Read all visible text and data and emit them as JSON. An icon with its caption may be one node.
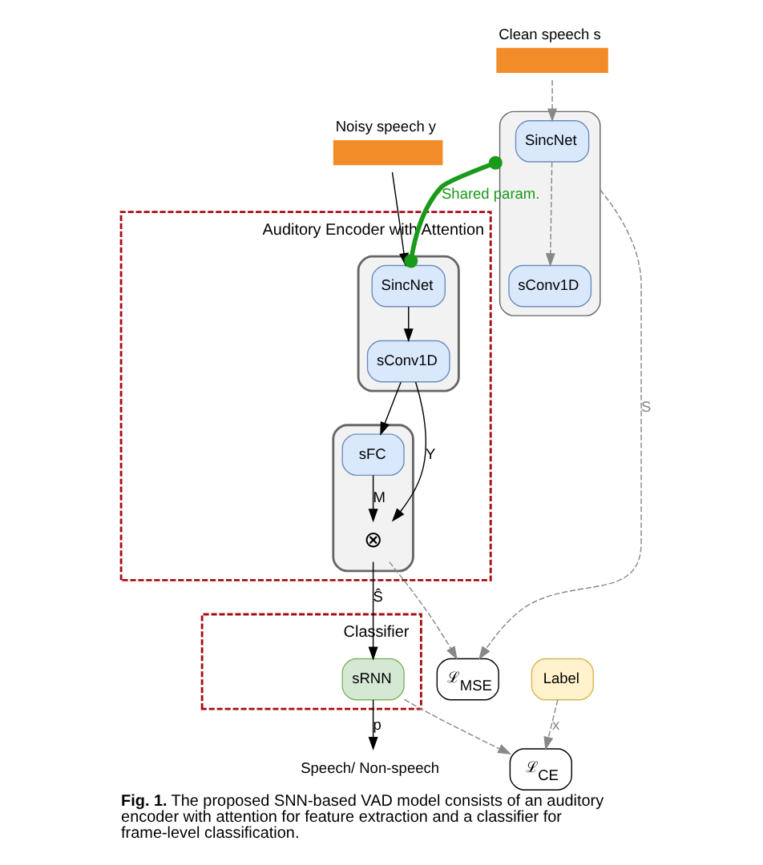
{
  "diagram": {
    "caption": "**Fig. 1.** The proposed SNN-based VAD model consists of an auditory encoder with attention for feature extraction and a classifier for frame-level classification.",
    "nodes": [
      {
        "text": [
          "Clean speech s"
        ]
      },
      {
        "text": [
          "Noisy speech y"
        ]
      },
      {
        "text": [],
        "shape": "box"
      },
      {
        "text": [
          "SincNet"
        ],
        "in": 2
      },
      {
        "text": [
          "sConv1D"
        ],
        "in": 2
      },
      {
        "text": [
          "Auditory Encoder with Attention"
        ]
      },
      {
        "text": [],
        "shape": "box",
        "in": 5
      },
      {
        "text": [
          "SincNet"
        ],
        "in": 6
      },
      {
        "text": [
          "sConv1D"
        ],
        "in": 6
      },
      {
        "text": [],
        "shape": "box",
        "in": 5
      },
      {
        "text": [
          "sFC"
        ],
        "in": 9
      },
      {
        "text": [
          "⊗"
        ],
        "in": 9
      },
      {
        "text": [
          "Classifier"
        ]
      },
      {
        "text": [
          "sRNN"
        ],
        "in": 12
      },
      {
        "text": [
          "ℒ$_{MSE}$"
        ]
      },
      {
        "text": [
          "Label"
        ]
      },
      {
        "text": [
          "ℒ$_{CE}$"
        ]
      },
      {
        "text": [
          "Speech/ Non-speech"
        ]
      }
    ],
    "edges": [
      {
        "from": 0,
        "to": 3,
        "arrow": "to",
        "style": "dashed",
        "color": "#888888"
      },
      {
        "from": 3,
        "to": 4,
        "arrow": "to",
        "style": "dashed",
        "color": "#888888"
      },
      {
        "from": 2,
        "to": 7,
        "arrow": "other",
        "style": "thick",
        "color": "#1a9a1a",
        "label": "Shared param."
      },
      {
        "from": 1,
        "to": 7,
        "arrow": "to"
      },
      {
        "from": 7,
        "to": 8,
        "arrow": "to"
      },
      {
        "from": 2,
        "to": 14,
        "arrow": "to",
        "style": "dashed",
        "color": "#888888",
        "label": "S"
      },
      {
        "from": 8,
        "to": 11,
        "arrow": "to",
        "label": "Y"
      },
      {
        "from": 8,
        "to": 10,
        "arrow": "to"
      },
      {
        "from": 10,
        "to": 11,
        "arrow": "to",
        "label": "M"
      },
      {
        "from": 11,
        "to": 13,
        "arrow": "to",
        "label": "Ŝ"
      },
      {
        "from": 11,
        "to": 14,
        "arrow": "to",
        "style": "dashed",
        "color": "#888888"
      },
      {
        "from": 15,
        "to": 16,
        "arrow": "to",
        "style": "dashed",
        "color": "#888888",
        "label": "x"
      },
      {
        "from": 13,
        "to": 17,
        "arrow": "to",
        "label": "p"
      },
      {
        "from": 13,
        "to": 16,
        "arrow": "to",
        "style": "dashed",
        "color": "#888888"
      }
    ]
  }
}
